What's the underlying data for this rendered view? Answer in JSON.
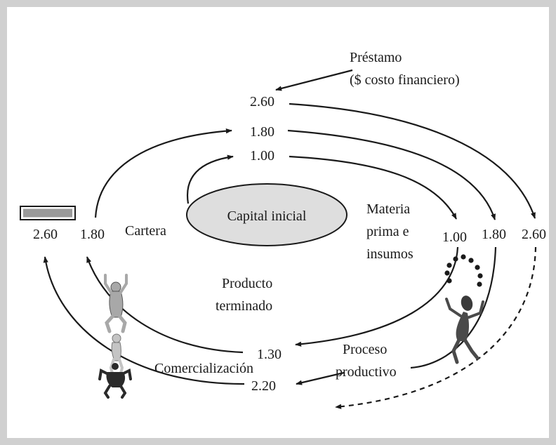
{
  "colors": {
    "frame": "#d0d0d0",
    "ellipse_fill": "#dedede",
    "stroke": "#1a1a1a",
    "figure_gray": "#a8a8a8",
    "figure_dark": "#3a3a3a"
  },
  "center": {
    "label": "Capital inicial"
  },
  "loan": {
    "line1": "Préstamo",
    "line2": "($ costo financiero)"
  },
  "top_values": {
    "outer": "2.60",
    "middle": "1.80",
    "inner": "1.00"
  },
  "stages": {
    "raw_materials": {
      "line1": "Materia",
      "line2": "prima e",
      "line3": "insumos"
    },
    "process": {
      "line1": "Proceso",
      "line2": "productivo"
    },
    "finished": {
      "line1": "Producto",
      "line2": "terminado"
    },
    "commercial": {
      "label": "Comercialización"
    },
    "portfolio": {
      "label": "Cartera"
    }
  },
  "right_values": {
    "inner": "1.00",
    "middle": "1.80",
    "outer": "2.60"
  },
  "bottom_values": {
    "upper": "1.30",
    "lower": "2.20"
  },
  "left_values": {
    "outer": "2.60",
    "inner": "1.80"
  },
  "icons": [
    "cash-bar-icon",
    "juggler-figure-icon",
    "acrobat-stack-icon"
  ]
}
